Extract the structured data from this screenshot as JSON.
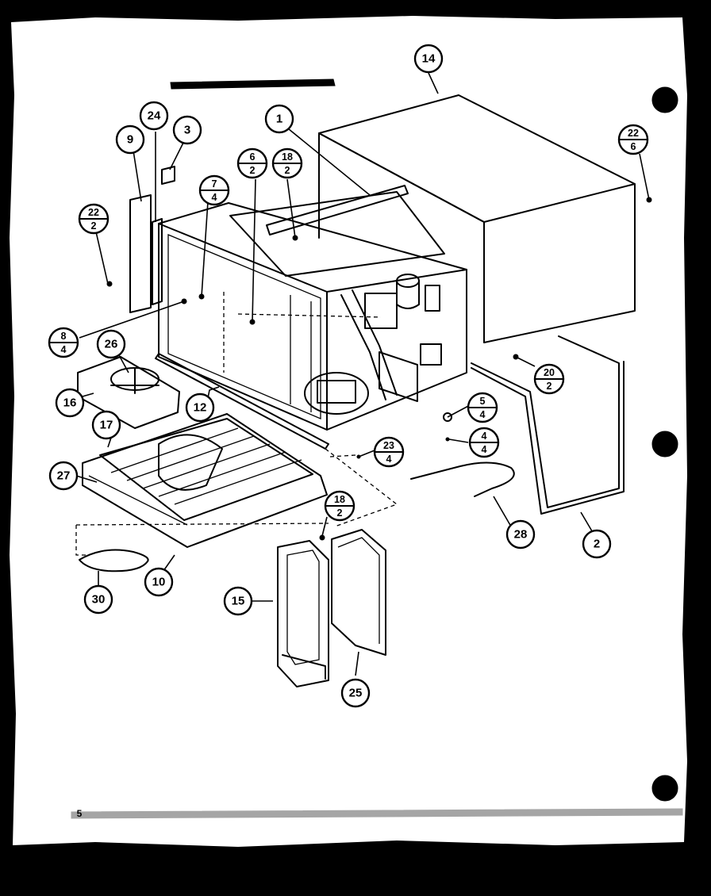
{
  "callouts": [
    {
      "id": "c14",
      "label": "14"
    },
    {
      "id": "c1",
      "label": "1"
    },
    {
      "id": "c24",
      "label": "24"
    },
    {
      "id": "c3",
      "label": "3"
    },
    {
      "id": "c9",
      "label": "9"
    },
    {
      "id": "c26",
      "label": "26"
    },
    {
      "id": "c16",
      "label": "16"
    },
    {
      "id": "c12",
      "label": "12"
    },
    {
      "id": "c17",
      "label": "17"
    },
    {
      "id": "c27",
      "label": "27"
    },
    {
      "id": "c10",
      "label": "10"
    },
    {
      "id": "c30",
      "label": "30"
    },
    {
      "id": "c15",
      "label": "15"
    },
    {
      "id": "c25",
      "label": "25"
    },
    {
      "id": "c28",
      "label": "28"
    },
    {
      "id": "c2",
      "label": "2"
    }
  ],
  "fraction_callouts": [
    {
      "id": "f22_6",
      "top": "22",
      "bottom": "6"
    },
    {
      "id": "f6_2",
      "top": "6",
      "bottom": "2"
    },
    {
      "id": "f18_2a",
      "top": "18",
      "bottom": "2"
    },
    {
      "id": "f7_4",
      "top": "7",
      "bottom": "4"
    },
    {
      "id": "f22_2",
      "top": "22",
      "bottom": "2"
    },
    {
      "id": "f8_4",
      "top": "8",
      "bottom": "4"
    },
    {
      "id": "f20_2",
      "top": "20",
      "bottom": "2"
    },
    {
      "id": "f5_4",
      "top": "5",
      "bottom": "4"
    },
    {
      "id": "f4_4",
      "top": "4",
      "bottom": "4"
    },
    {
      "id": "f23_4",
      "top": "23",
      "bottom": "4"
    },
    {
      "id": "f18_2b",
      "top": "18",
      "bottom": "2"
    }
  ],
  "page_marker": "5"
}
